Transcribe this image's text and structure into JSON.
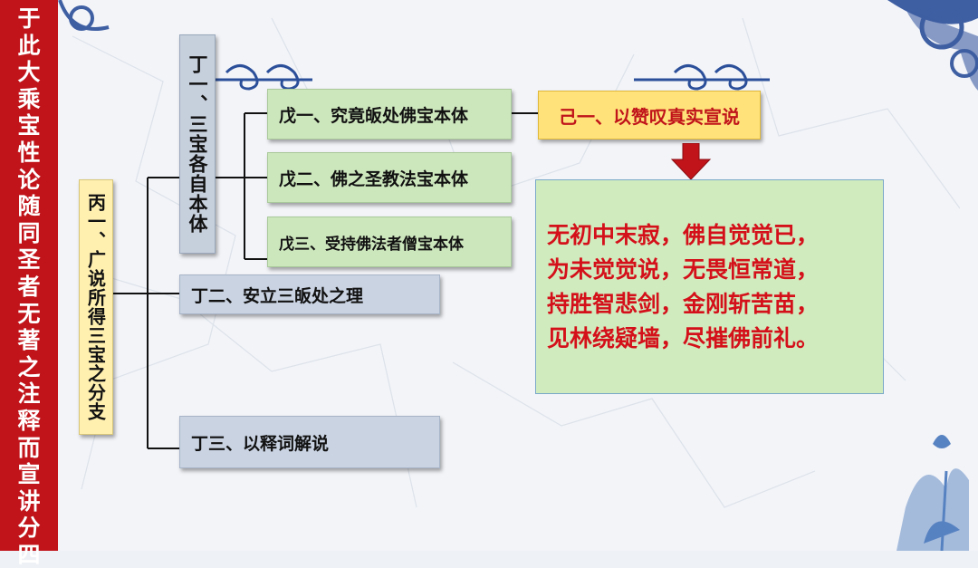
{
  "sidebar": {
    "text": [
      "于",
      "此",
      "大",
      "乘",
      "宝",
      "性",
      "论",
      "随",
      "同",
      "圣",
      "者",
      "无",
      "著",
      "之",
      "注",
      "释",
      "而",
      "宣",
      "讲",
      "分",
      "四"
    ]
  },
  "diagram": {
    "root": "丙一、广说所得三宝之分支",
    "ding1": "丁一、三宝各自本体",
    "ding2": "丁二、安立三皈处之理",
    "ding3": "丁三、以释词解说",
    "wu1": "戊一、究竟皈处佛宝本体",
    "wu2": "戊二、佛之圣教法宝本体",
    "wu3": "戊三、受持佛法者僧宝本体",
    "ji1": "己一、以赞叹真实宣说"
  },
  "verse": {
    "lines": [
      "无初中末寂，佛自觉觉已，",
      "为未觉觉说，无畏恒常道，",
      "持胜智悲剑，金刚斩苦苗，",
      "见林绕疑墙，尽摧佛前礼。"
    ]
  },
  "colors": {
    "sidebar": "#c0141a",
    "arrow": "#c0141a",
    "verse_text": "#d4101a",
    "highlight": "#ffe27a"
  }
}
